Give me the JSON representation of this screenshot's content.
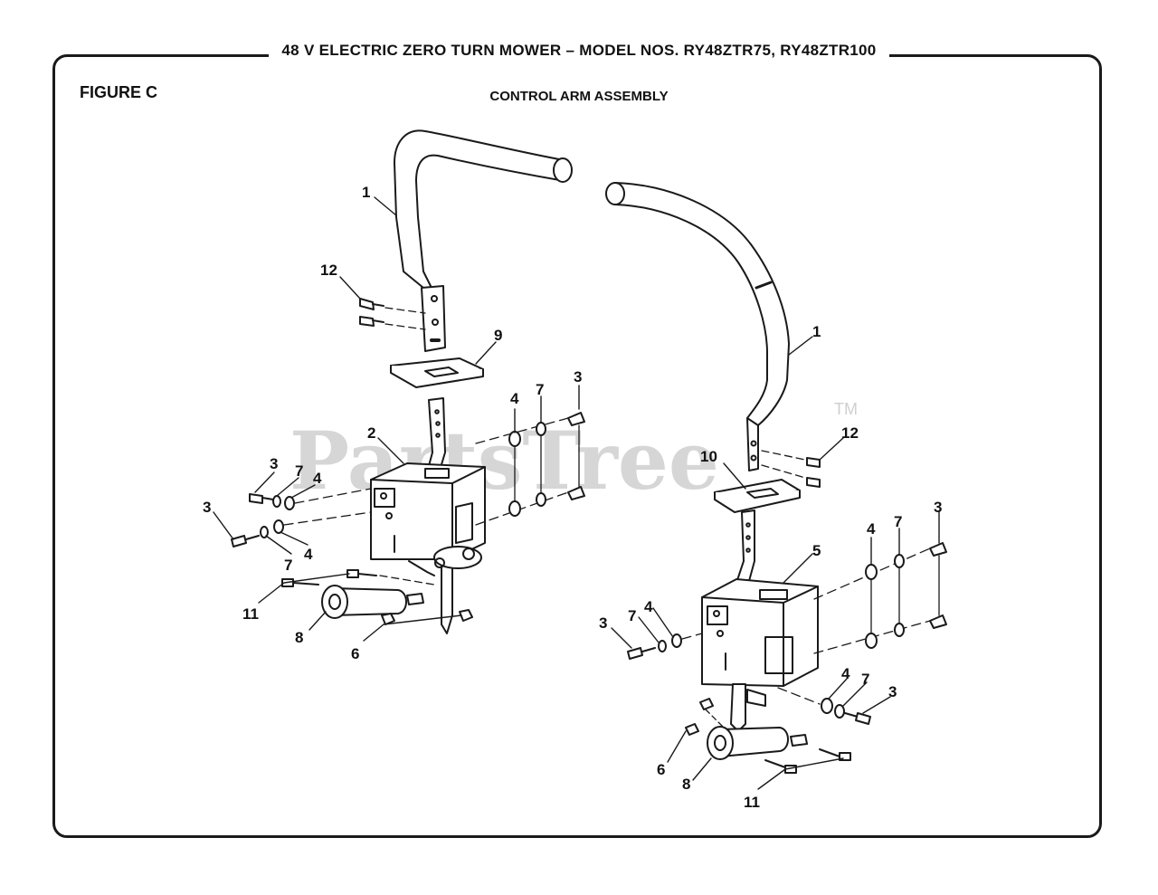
{
  "header": {
    "title": "48 V ELECTRIC ZERO TURN MOWER – MODEL NOS. RY48ZTR75, RY48ZTR100",
    "figure_label": "FIGURE C",
    "subtitle": "CONTROL ARM ASSEMBLY"
  },
  "watermark": {
    "text": "PartsTree",
    "tm": "TM"
  },
  "callouts": {
    "left": {
      "c1": "1",
      "c12": "12",
      "c9": "9",
      "c2": "2",
      "c4a": "4",
      "c7a": "7",
      "c3a": "3",
      "c3b": "3",
      "c7b": "7",
      "c4b": "4",
      "c3c": "3",
      "c7c": "7",
      "c4c": "4",
      "c11": "11",
      "c8": "8",
      "c6": "6"
    },
    "right": {
      "c1": "1",
      "c12": "12",
      "c10": "10",
      "c5": "5",
      "c4a": "4",
      "c7a": "7",
      "c3a": "3",
      "c3b": "3",
      "c7b": "7",
      "c4b": "4",
      "c4c": "4",
      "c7c": "7",
      "c3c": "3",
      "c6": "6",
      "c8": "8",
      "c11": "11"
    }
  },
  "colors": {
    "line": "#1a1a1a",
    "watermark": "#d6d6d6"
  }
}
